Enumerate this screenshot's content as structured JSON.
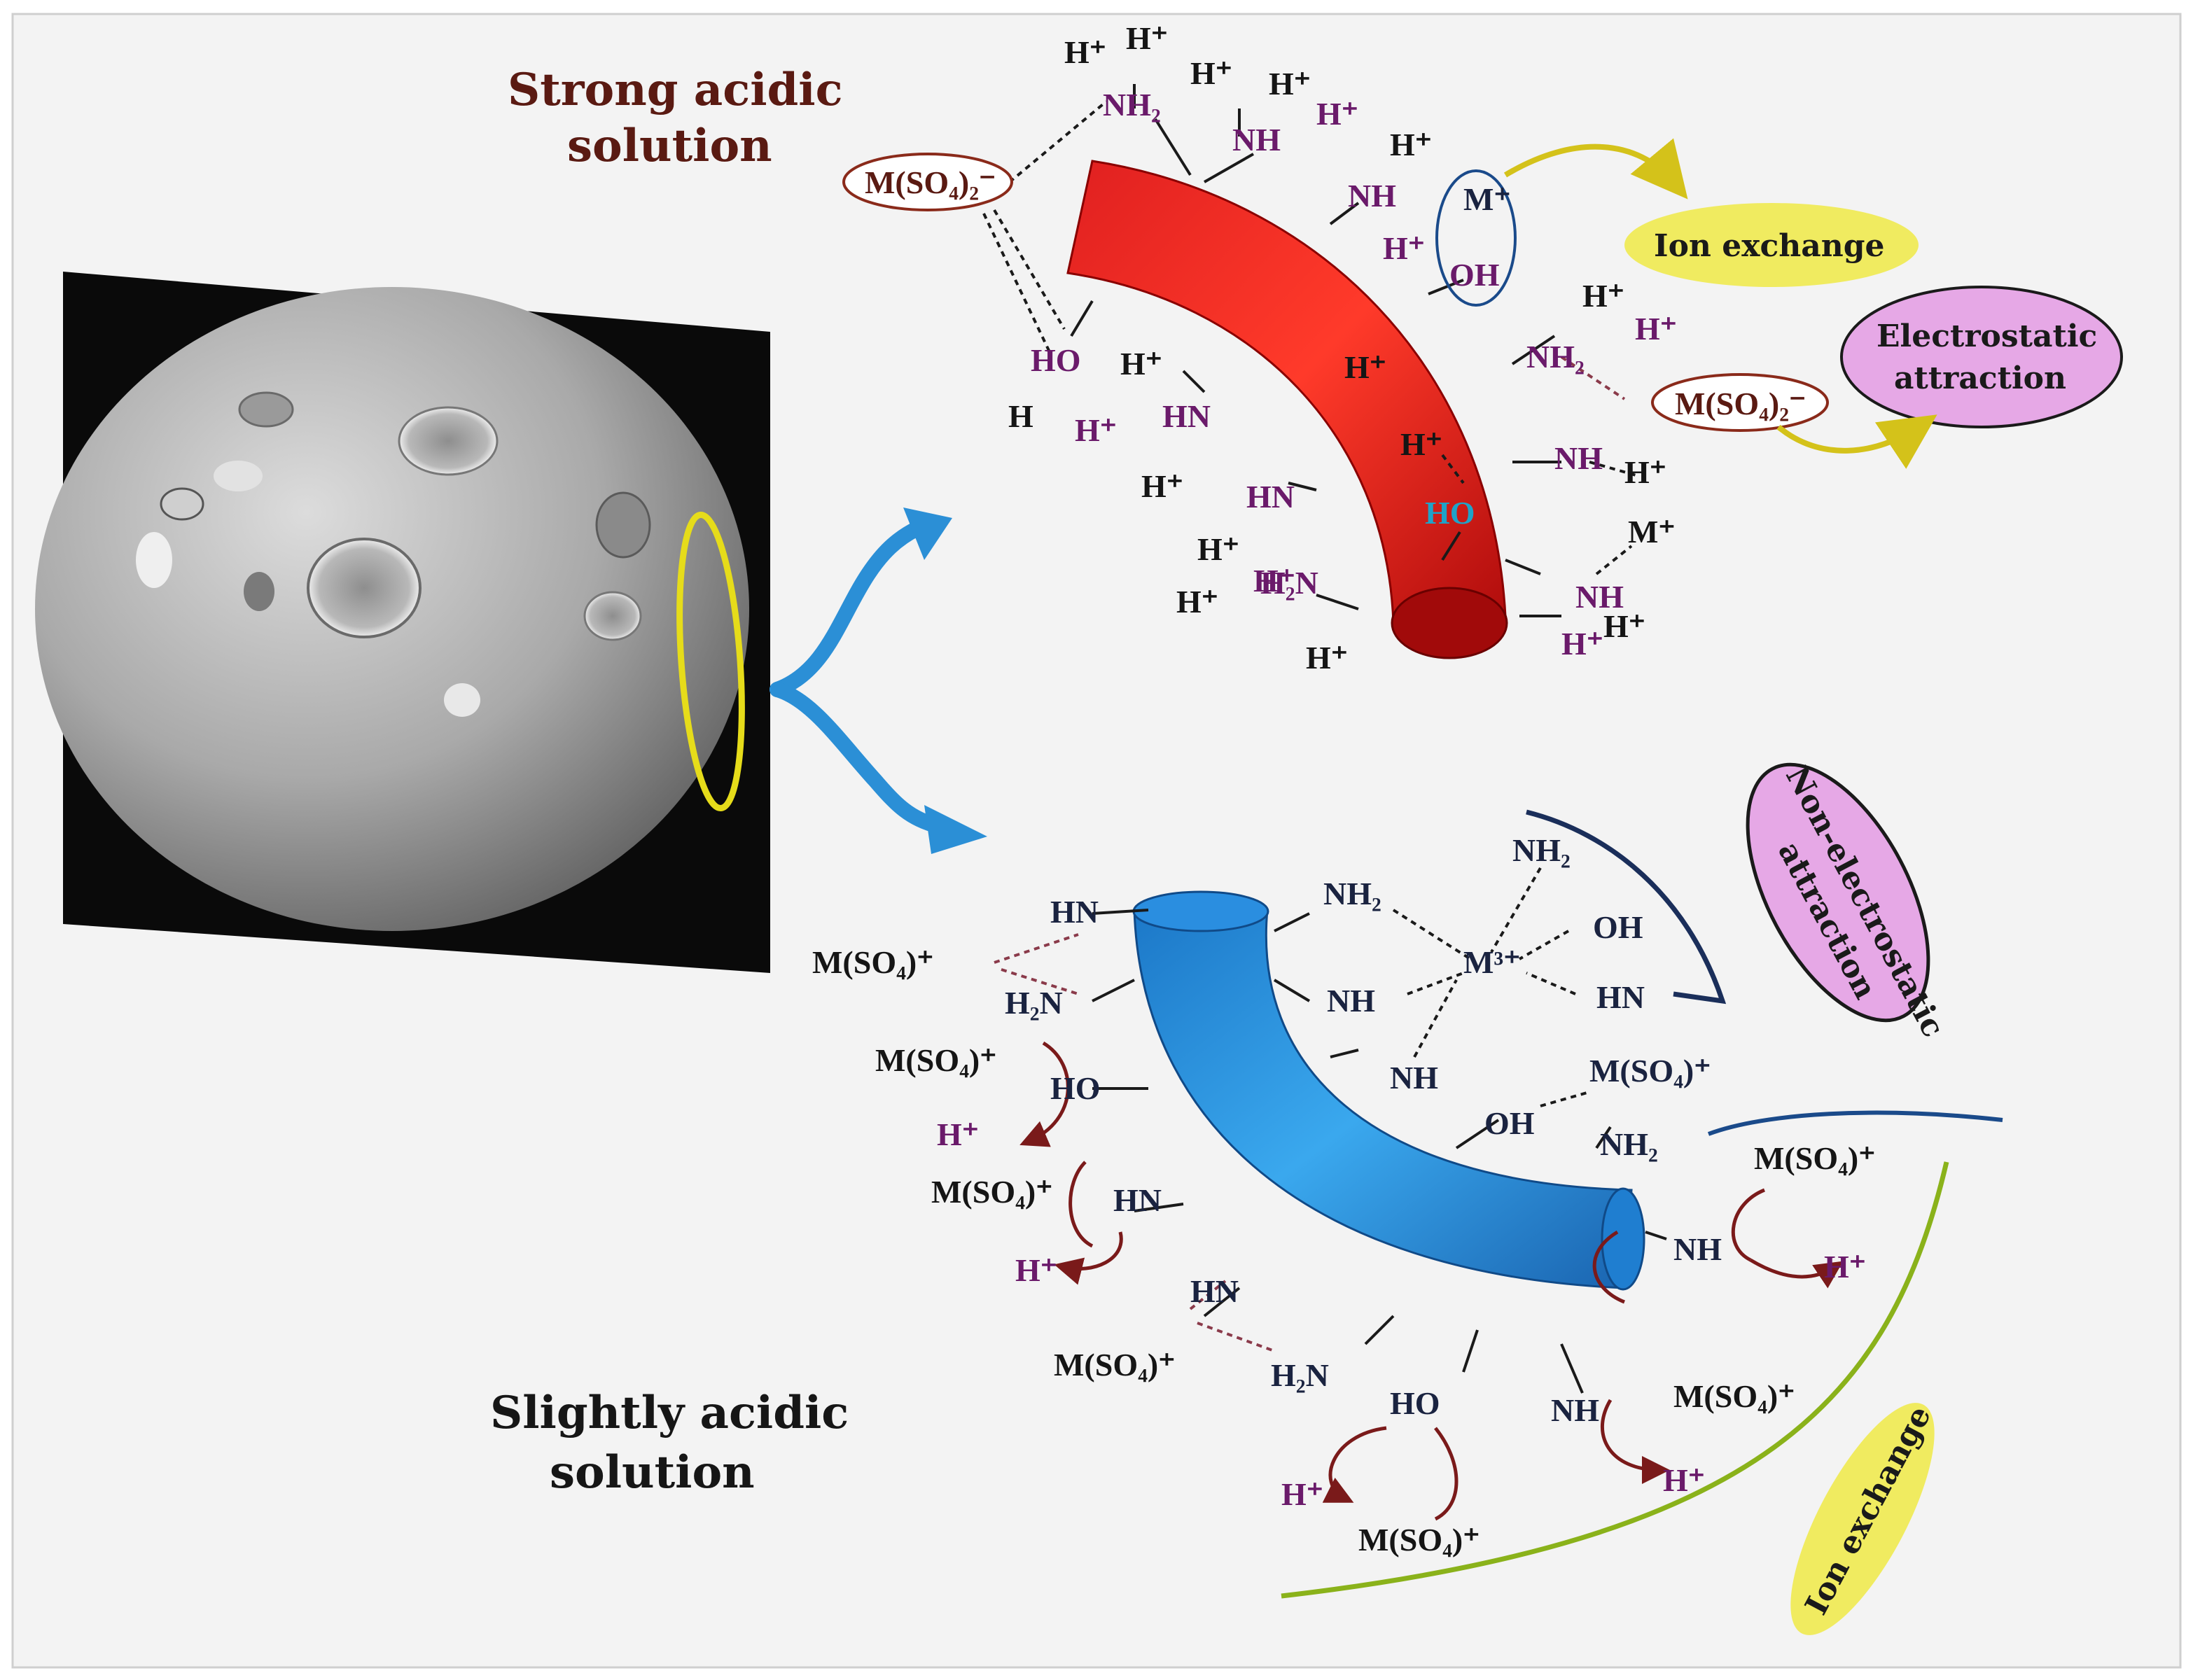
{
  "headings": {
    "strong": [
      "Strong acidic",
      "solution"
    ],
    "slight": [
      "Slightly acidic",
      "solution"
    ]
  },
  "pills": {
    "ion_exchange_top": "Ion exchange",
    "electrostatic": [
      "Electrostatic",
      "attraction"
    ],
    "non_electrostatic": [
      "Non-electrostatic",
      "attraction"
    ],
    "ion_exchange_bottom": "Ion exchange"
  },
  "top": {
    "m_so4_left": "M(SO₄)₂⁻",
    "m_so4_right": "M(SO₄)₂⁻",
    "labels": {
      "h1": "H⁺",
      "h2": "H⁺",
      "h3": "H⁺",
      "h4": "H⁺",
      "h5": "H⁺",
      "h6": "H⁺",
      "nh2_top": "NH₂",
      "nh_a": "NH",
      "nh_b": "NH",
      "m_plus_circle": "M⁺",
      "h_circle": "H⁺",
      "oh_circle": "OH",
      "h7": "H⁺",
      "h8": "H⁺",
      "ho_left": "HO",
      "h9": "H⁺",
      "h_left": "H",
      "h10": "H⁺",
      "hn_left": "HN",
      "h11": "H⁺",
      "h_mid": "H⁺",
      "nh2_right": "NH₂",
      "h12": "H⁺",
      "h13": "H⁺",
      "nh_right": "NH",
      "h14": "H⁺",
      "h15": "H⁺",
      "hn_mid": "HN",
      "ho_cyan": "HO",
      "m_plus_right": "M⁺",
      "h16": "H⁺",
      "h17": "H⁺",
      "h2n": "H₂N",
      "nh_bottom": "NH",
      "h18": "H⁺",
      "h19": "H⁺"
    }
  },
  "bottom": {
    "labels": {
      "hn1": "HN",
      "nh2_a": "NH₂",
      "nh2_b": "NH₂",
      "m3": "M³⁺",
      "oh1": "OH",
      "mso4_1": "M(SO₄)⁺",
      "h2n1": "H₂N",
      "nh1": "NH",
      "hn2": "HN",
      "mso4_2": "M(SO₄)⁺",
      "ho1": "HO",
      "nh2": "NH",
      "mso4_3": "M(SO₄)⁺",
      "h1": "H⁺",
      "oh2": "OH",
      "nh2_c": "NH₂",
      "mso4_4": "M(SO₄)⁺",
      "mso4_5": "M(SO₄)⁺",
      "hn3": "HN",
      "nh3": "NH",
      "h2": "H⁺",
      "h3": "H⁺",
      "hn4": "HN",
      "mso4_6": "M(SO₄)⁺",
      "h2n2": "H₂N",
      "ho2": "HO",
      "nh4": "NH",
      "mso4_7": "M(SO₄)⁺",
      "h4": "H⁺",
      "h5": "H⁺",
      "mso4_8": "M(SO₄)⁺"
    }
  }
}
